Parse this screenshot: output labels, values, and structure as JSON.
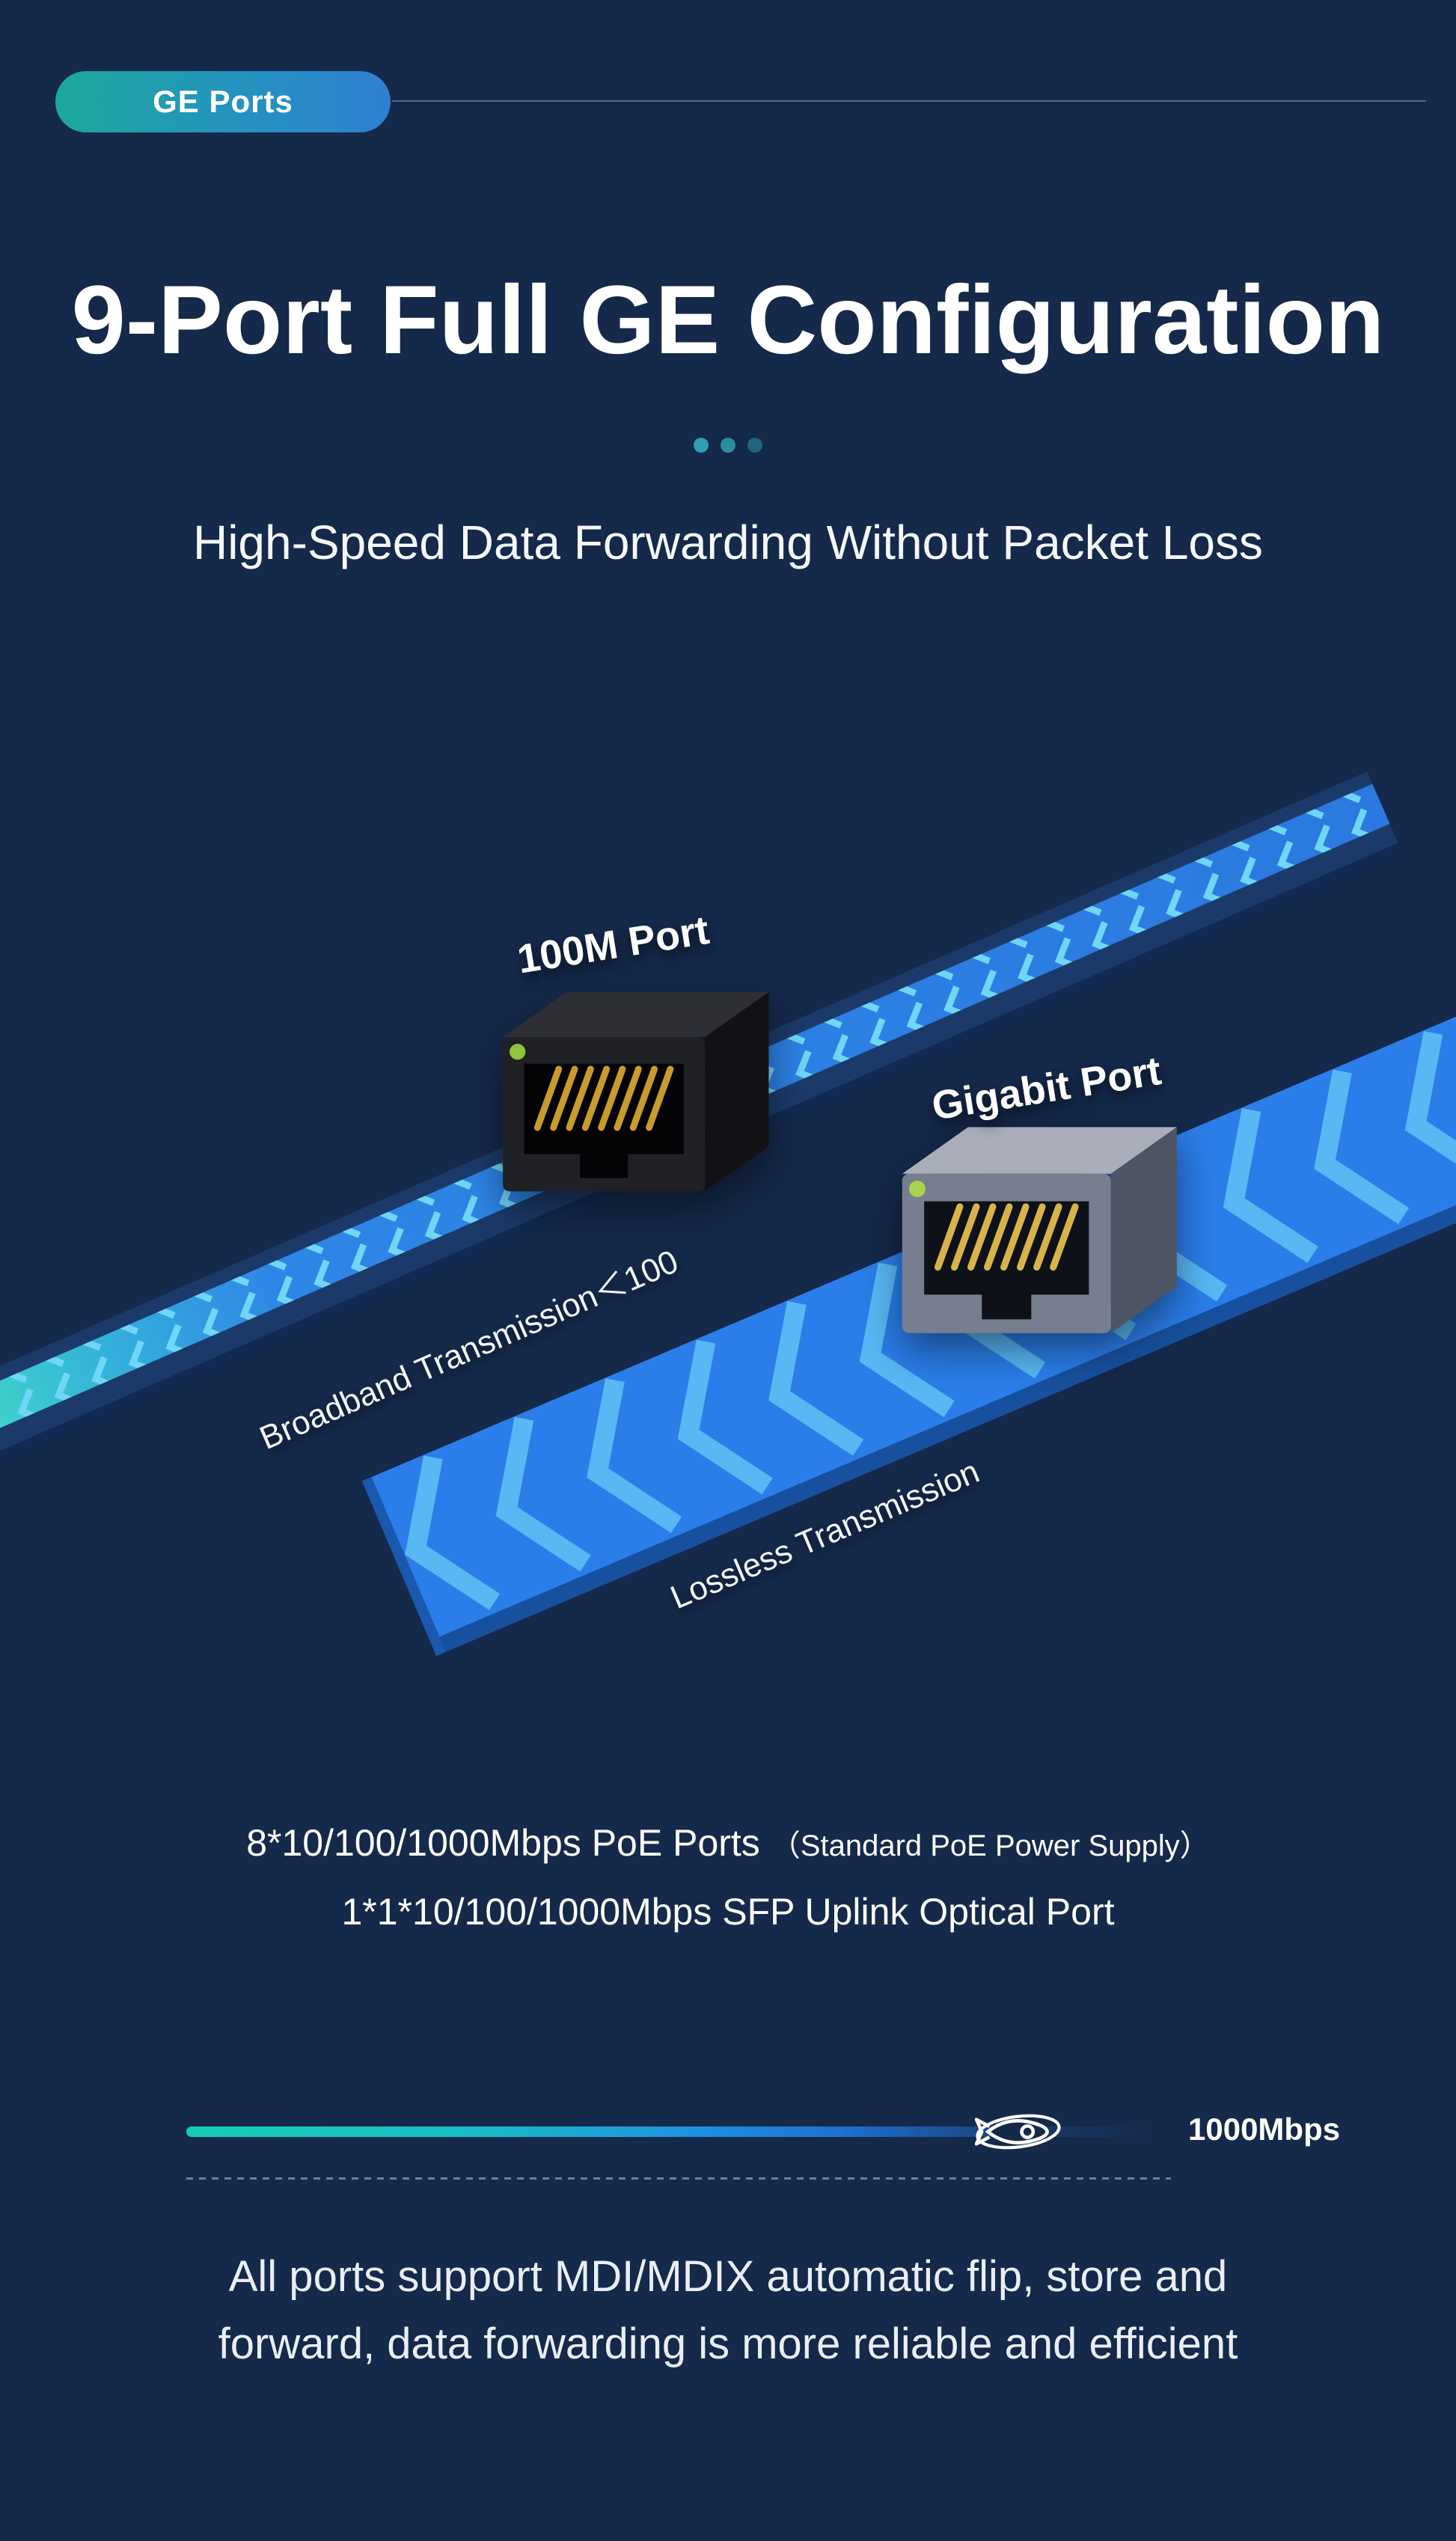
{
  "theme": {
    "background": "#15294a",
    "accent_teal": "#1fc9b6",
    "accent_blue": "#2e82ec",
    "badge_gradient": [
      "#1ba89b",
      "#2f7fd2"
    ]
  },
  "header": {
    "badge_label": "GE Ports"
  },
  "hero": {
    "title": "9-Port Full GE Configuration",
    "subtitle": "High-Speed Data Forwarding Without Packet Loss"
  },
  "diagram": {
    "port1_label": "100M Port",
    "port2_label": "Gigabit Port",
    "ribbon1_label": "Broadband Transmission＜100",
    "ribbon2_label": "Lossless Transmission",
    "port1_connector": "black RJ45 ethernet connector",
    "port2_connector": "gray RJ45 ethernet connector"
  },
  "specs": {
    "line1_main": "8*10/100/1000Mbps PoE Ports",
    "line1_paren": "（Standard PoE Power Supply）",
    "line2": "1*1*10/100/1000Mbps SFP Uplink Optical Port"
  },
  "speed": {
    "label": "1000Mbps",
    "icon": "rocket-icon"
  },
  "footer": {
    "line1": "All ports support MDI/MDIX automatic flip, store and",
    "line2": "forward, data forwarding is more reliable and efficient"
  }
}
